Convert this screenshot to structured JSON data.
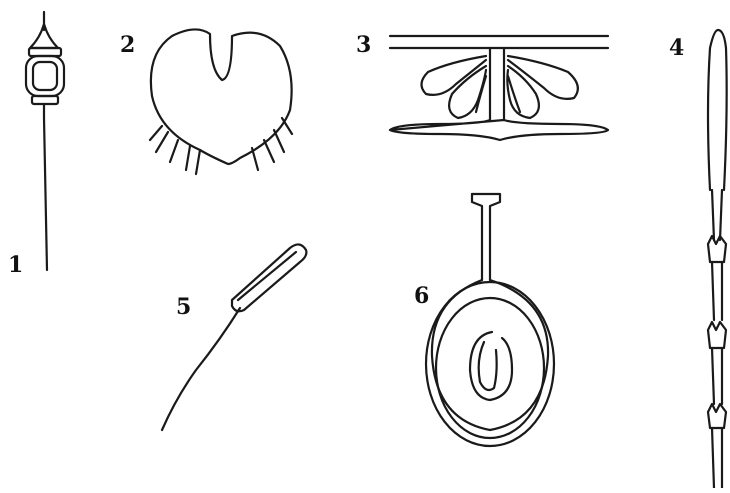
{
  "figure": {
    "labels": [
      "1",
      "2",
      "3",
      "4",
      "5",
      "6"
    ],
    "ink_color": "#1a1a1a",
    "background_color": "#ffffff"
  }
}
